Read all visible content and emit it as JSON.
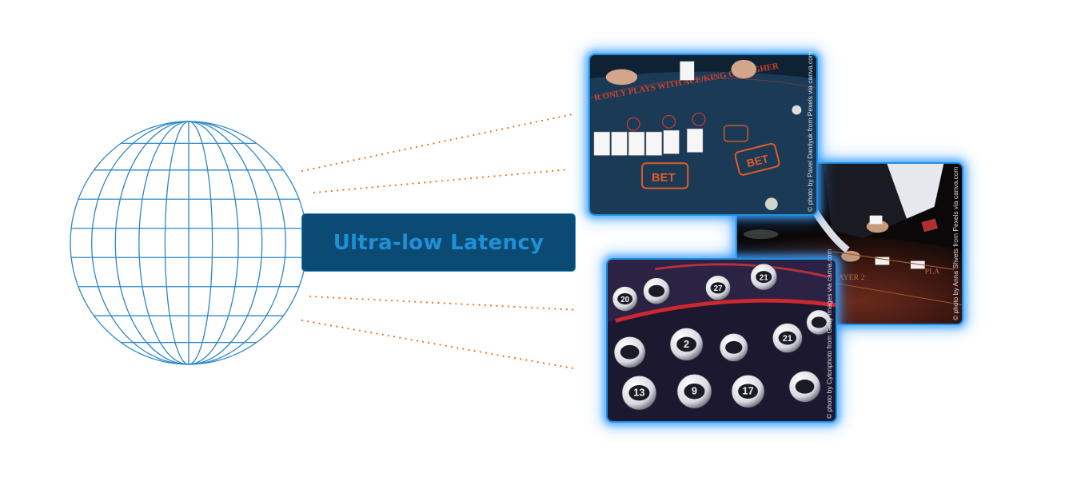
{
  "diagram": {
    "center_label": "Ultra-low Latency",
    "colors": {
      "globe": "#2b86c8",
      "label_box": "#0b4a73",
      "label_text": "#1f8fd6",
      "connector": "#e87722",
      "photo_glow": "#3ca0ff"
    },
    "icons": {
      "globe": "globe-icon"
    },
    "photos": [
      {
        "subject": "blackjack table",
        "credit": "© photo by Pavel Danilyuk from Pexels via canva.com"
      },
      {
        "subject": "dealer with cards",
        "credit": "© photo by Anna Shvets from Pexels via canva.com"
      },
      {
        "subject": "bingo lottery balls",
        "credit": "© photo by Cylonphoto from Getty Images via canva.com"
      }
    ]
  }
}
